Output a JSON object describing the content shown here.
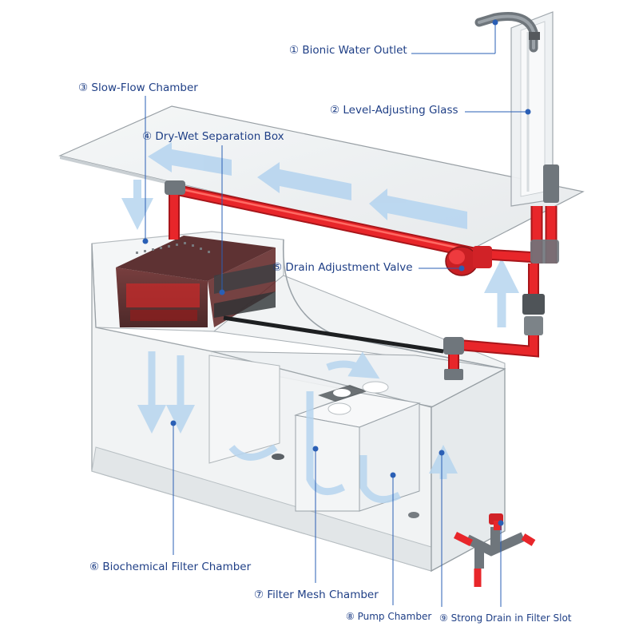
{
  "colors": {
    "label_text": "#1f3f86",
    "leader_line": "#2a5fb5",
    "pipe_red": "#e8262a",
    "pipe_gray": "#6f767c",
    "flow_arrow": "#b7d5ef",
    "glass_edge": "#9aa2a8"
  },
  "labels": {
    "l1": "① Bionic Water Outlet",
    "l2": "② Level-Adjusting Glass",
    "l3": "③ Slow-Flow Chamber",
    "l4": "④ Dry-Wet Separation Box",
    "l5": "⑤ Drain Adjustment Valve",
    "l6": "⑥ Biochemical Filter Chamber",
    "l7": "⑦ Filter Mesh Chamber",
    "l8": "⑧ Pump Chamber",
    "l9": "⑨ Strong Drain in Filter Slot"
  }
}
